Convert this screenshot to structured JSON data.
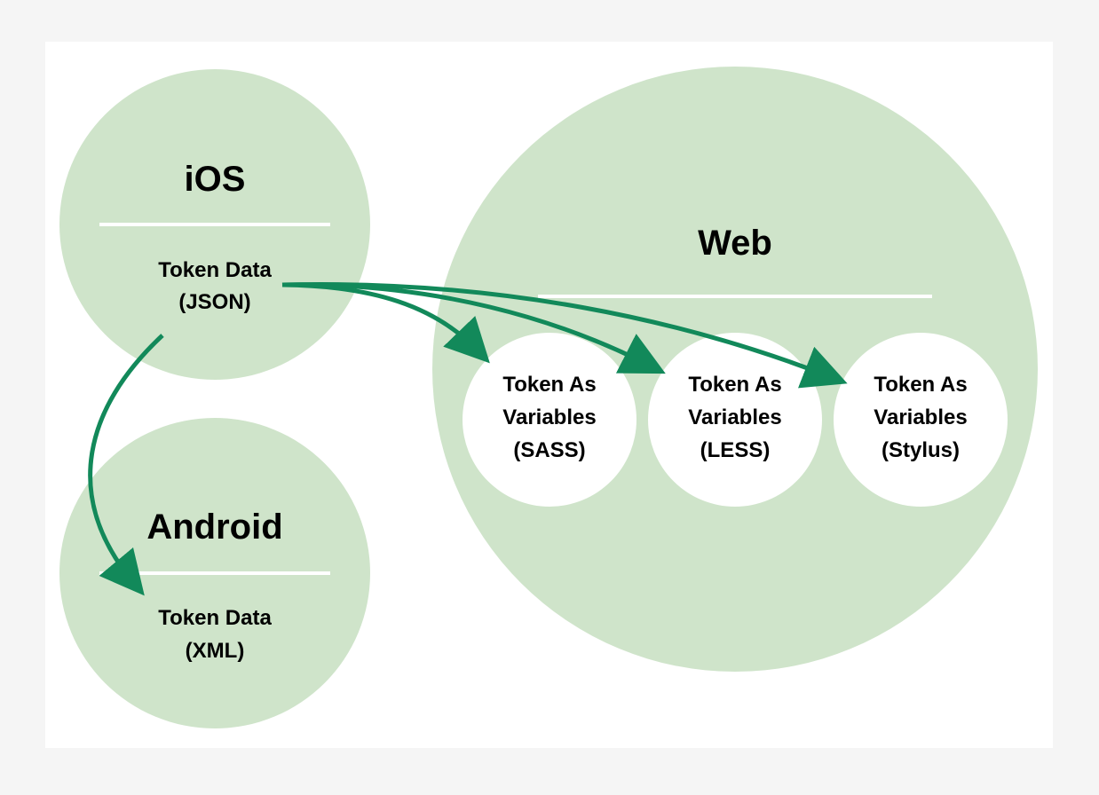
{
  "colors": {
    "page_background": "#f5f5f5",
    "panel_background": "#ffffff",
    "platform_circle": "#cfe4ca",
    "inner_circle": "#ffffff",
    "divider": "#ffffff",
    "arrow": "#12895a",
    "text": "#000000"
  },
  "ios": {
    "title": "iOS",
    "data_line1": "Token Data",
    "data_line2": "(JSON)"
  },
  "android": {
    "title": "Android",
    "data_line1": "Token Data",
    "data_line2": "(XML)"
  },
  "web": {
    "title": "Web",
    "outputs": [
      {
        "line1": "Token As",
        "line2": "Variables",
        "line3": "(SASS)"
      },
      {
        "line1": "Token As",
        "line2": "Variables",
        "line3": "(LESS)"
      },
      {
        "line1": "Token As",
        "line2": "Variables",
        "line3": "(Stylus)"
      }
    ]
  },
  "connections": [
    {
      "from": "ios-token-data",
      "to": "android-token-data"
    },
    {
      "from": "ios-token-data",
      "to": "web-output-sass"
    },
    {
      "from": "ios-token-data",
      "to": "web-output-less"
    },
    {
      "from": "ios-token-data",
      "to": "web-output-stylus"
    }
  ]
}
